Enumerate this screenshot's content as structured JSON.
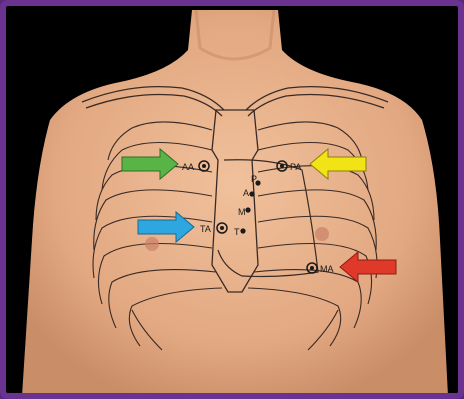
{
  "image": {
    "colors": {
      "frame": "#6b3390",
      "background": "#000000",
      "skin": "#e8b48e",
      "skin_shadow": "#c98d68",
      "line": "#3a2a25"
    }
  },
  "points": {
    "aa": {
      "label": "AA",
      "arrow_color": "#58b447",
      "icon": "arrow-right-icon"
    },
    "pa": {
      "label": "PA",
      "arrow_color": "#f2e316",
      "icon": "arrow-left-icon"
    },
    "ta": {
      "label": "TA",
      "arrow_color": "#2ea7e0",
      "icon": "arrow-right-icon"
    },
    "ma": {
      "label": "MA",
      "arrow_color": "#e0392a",
      "icon": "arrow-left-icon"
    }
  },
  "valve_markers": [
    "P",
    "A",
    "M",
    "T"
  ]
}
